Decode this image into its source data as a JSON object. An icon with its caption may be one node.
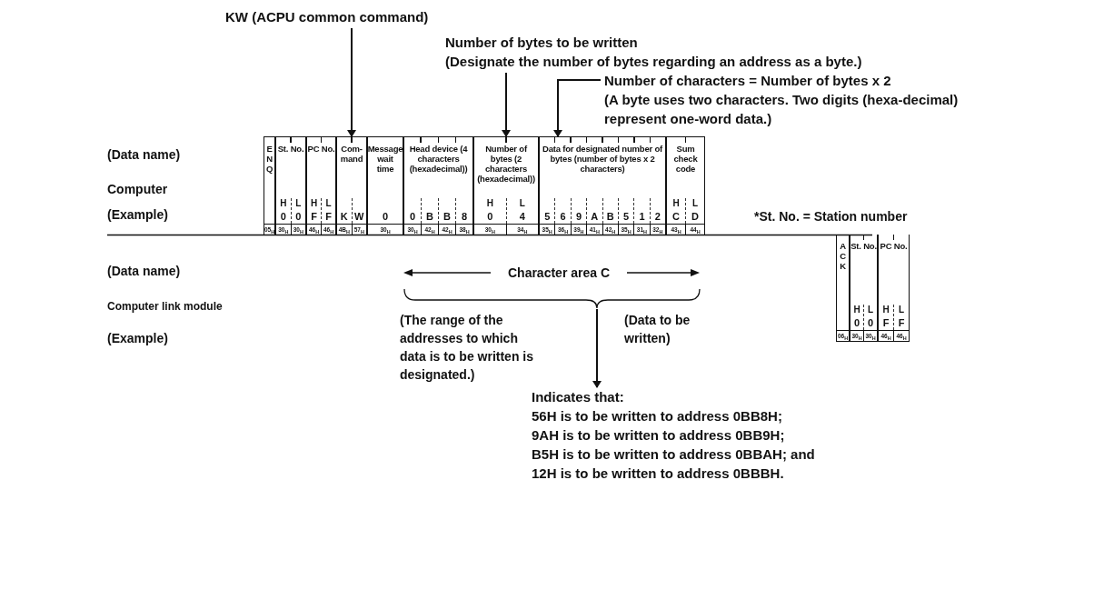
{
  "diagram": {
    "nodes": [
      {
        "text": [
          "KW (ACPU common command)"
        ]
      },
      {
        "text": [
          "Number of bytes to be written",
          "(Designate the number of bytes regarding an address as a byte.)"
        ]
      },
      {
        "text": [
          "Number of characters = Number of bytes x 2",
          "(A byte uses two characters. Two digits (hexa-decimal) represent one-word data.)"
        ]
      },
      {
        "text": [
          "ENQ",
          "05$_{H}$"
        ]
      },
      {
        "text": [
          "St. No.",
          "0",
          "0",
          "30$_{H}$",
          "30$_{H}$"
        ]
      },
      {
        "text": [
          "PC No.",
          "F",
          "F",
          "46$_{H}$",
          "46$_{H}$"
        ]
      },
      {
        "text": [
          "Com-mand",
          "K",
          "W",
          "4B$_{H}$",
          "57$_{H}$"
        ]
      },
      {
        "text": [
          "Message wait time",
          "0",
          "30$_{H}$"
        ]
      },
      {
        "text": [
          "Head device (4 characters (hexadecimal))",
          "0",
          "B",
          "B",
          "8",
          "30$_{H}$",
          "42$_{H}$",
          "42$_{H}$",
          "38$_{H}$"
        ]
      },
      {
        "text": [
          "Number of bytes (2 characters (hexadecimal))",
          "0",
          "4",
          "30$_{H}$",
          "34$_{H}$"
        ]
      },
      {
        "text": [
          "Data for designated number of bytes (number of bytes x 2 characters)",
          "5",
          "6",
          "9",
          "A",
          "B",
          "5",
          "1",
          "2",
          "35$_{H}$",
          "36$_{H}$",
          "39$_{H}$",
          "41$_{H}$",
          "42$_{H}$",
          "35$_{H}$",
          "31$_{H}$",
          "32$_{H}$"
        ]
      },
      {
        "text": [
          "Sum check code",
          "C",
          "D",
          "43$_{H}$",
          "44$_{H}$"
        ]
      },
      {
        "text": [
          "ACK",
          "06$_{H}$"
        ]
      },
      {
        "text": [
          "St. No.",
          "0",
          "0",
          "30$_{H}$",
          "30$_{H}$"
        ]
      },
      {
        "text": [
          "PC No.",
          "F",
          "F",
          "46$_{H}$",
          "46$_{H}$"
        ]
      },
      {
        "text": [
          "Indicates that:",
          "56H is to be written to address 0BB8H;",
          "9AH is to be written to address 0BB9H;",
          "B5H is to be written to address 0BBAH; and",
          "12H is to be written to address 0BBBH."
        ]
      },
      {
        "text": [],
        "shape": "bracket"
      }
    ],
    "edges": [
      {
        "from": 0,
        "to": 6,
        "arrow": "to"
      },
      {
        "from": 1,
        "to": 9,
        "arrow": "to"
      },
      {
        "from": 2,
        "to": 10,
        "arrow": "to"
      },
      {
        "from": 16,
        "to": 15,
        "arrow": "to"
      }
    ],
    "labels": [
      "(Data name)",
      "Computer",
      "H",
      "L",
      "H",
      "L",
      "H",
      "L",
      "H",
      "L",
      "(Example)",
      "*St. No. = Station number",
      "(Data name)",
      "Character area C",
      "Computer link module",
      "H",
      "L",
      "H",
      "L",
      "(The range of the addresses to which data is to be written is designated.)",
      "(Data to be written)",
      "(Example)"
    ]
  }
}
